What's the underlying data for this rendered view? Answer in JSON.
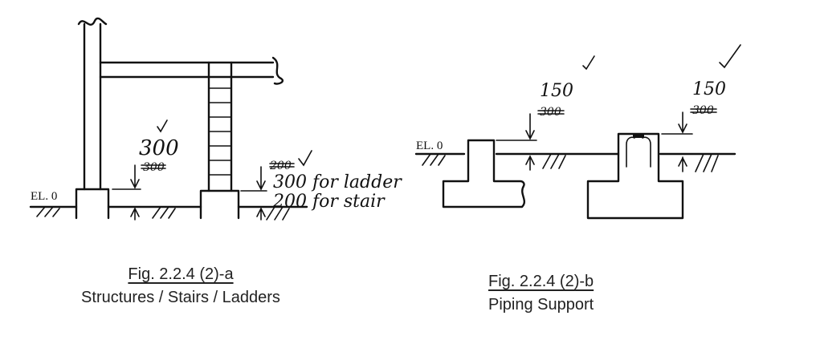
{
  "figure_a": {
    "caption": "Fig. 2.2.4 (2)-a",
    "subtitle": "Structures / Stairs / Ladders",
    "el_label": "EL. 0",
    "dim_new": "300",
    "dim_old": "300",
    "dim_old_right": "200",
    "note_ladder": "300 for ladder",
    "note_stair": "200 for stair"
  },
  "figure_b": {
    "caption": "Fig. 2.2.4 (2)-b",
    "subtitle": "Piping Support",
    "el_label": "EL. 0",
    "dim_left_new": "150",
    "dim_left_old": "300",
    "dim_right_new": "150",
    "dim_right_old": "300"
  }
}
